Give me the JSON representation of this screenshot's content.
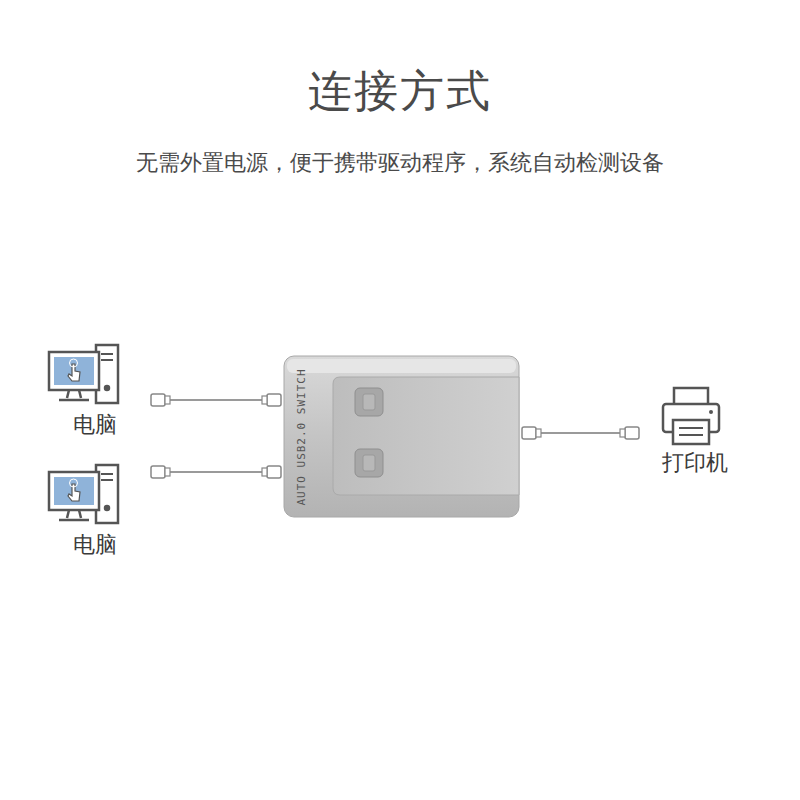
{
  "diagram": {
    "title": "连接方式",
    "caption": "无需外置电源，便于携带驱动程序，系统自动检测设备",
    "nodes": [
      {
        "text": [
          "电脑"
        ]
      },
      {
        "text": [
          "电脑"
        ]
      },
      {
        "text": [
          "AUTO USB2.0 SWITCH"
        ]
      },
      {
        "text": [
          "打印机"
        ]
      }
    ],
    "edges": [
      {
        "from": 0,
        "to": 2,
        "arrow": "none"
      },
      {
        "from": 1,
        "to": 2,
        "arrow": "none"
      },
      {
        "from": 2,
        "to": 3,
        "arrow": "none"
      }
    ]
  }
}
